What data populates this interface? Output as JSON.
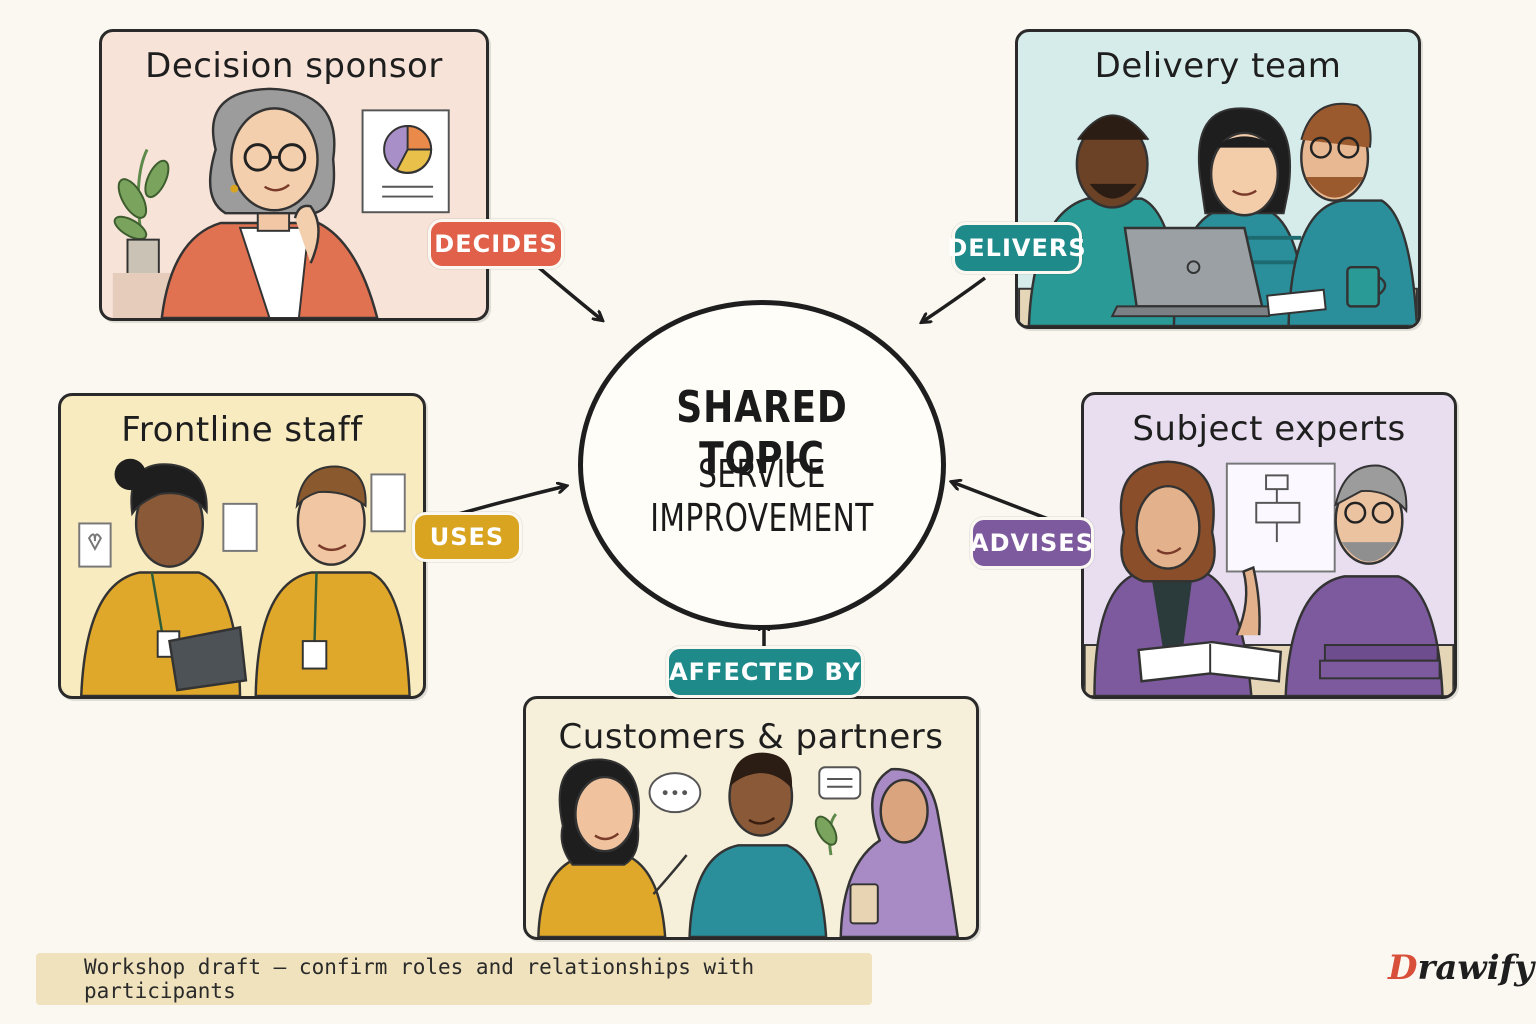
{
  "center": {
    "title": "SHARED TOPIC",
    "subtitle": "SERVICE IMPROVEMENT"
  },
  "stakeholders": [
    {
      "id": "decision-sponsor",
      "title": "Decision sponsor",
      "relation": "DECIDES",
      "color": "#e0604a",
      "bg": "#f7e3d8"
    },
    {
      "id": "delivery-team",
      "title": "Delivery team",
      "relation": "DELIVERS",
      "color": "#1f8a8a",
      "bg": "#d6ecea"
    },
    {
      "id": "frontline-staff",
      "title": "Frontline staff",
      "relation": "USES",
      "color": "#d9a521",
      "bg": "#f8ebc0"
    },
    {
      "id": "subject-experts",
      "title": "Subject experts",
      "relation": "ADVISES",
      "color": "#7d5a9e",
      "bg": "#e8def0"
    },
    {
      "id": "customers-partners",
      "title": "Customers & partners",
      "relation": "AFFECTED BY",
      "color": "#1f8a8a",
      "bg": "#f6efd9"
    }
  ],
  "footer": {
    "note": "Workshop draft — confirm roles and relationships with participants"
  },
  "brand": {
    "first_letter": "D",
    "rest": "rawify"
  }
}
